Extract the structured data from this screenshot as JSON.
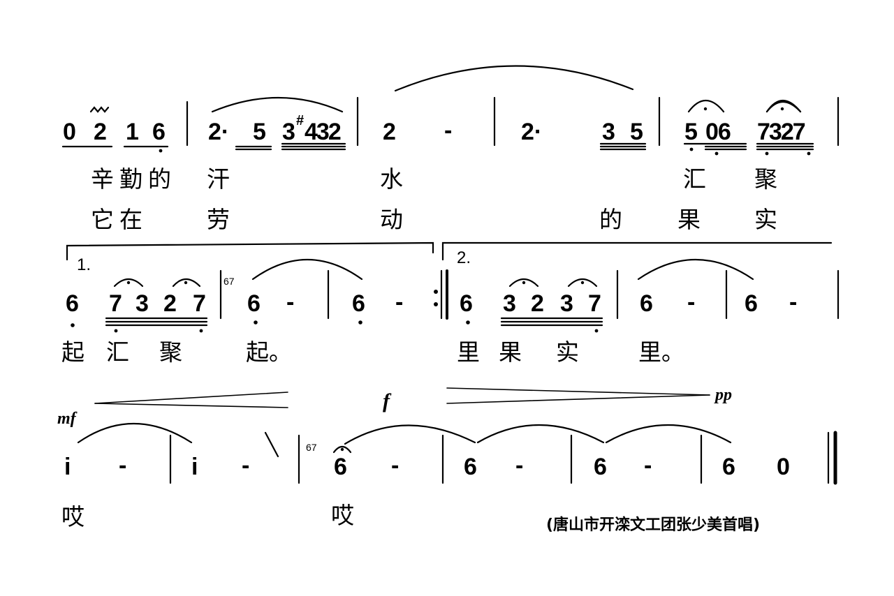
{
  "row1": {
    "notes": [
      "0",
      "2",
      "1",
      "6",
      "2·",
      "5",
      "3",
      "#",
      "432",
      "2",
      "-",
      "2·",
      "3",
      "5",
      "5",
      "06",
      "7327"
    ],
    "lyrics_line1": [
      "辛",
      "勤",
      "的",
      "汗",
      "水",
      "汇",
      "聚"
    ],
    "lyrics_line2": [
      "它",
      "在",
      "劳",
      "动",
      "的",
      "果",
      "实"
    ]
  },
  "row2": {
    "volta1": "1.",
    "volta2": "2.",
    "grace1": "67",
    "notes": [
      "6",
      "7",
      "3",
      "2",
      "7",
      "6",
      "-",
      "6",
      "-",
      "6",
      "3",
      "2",
      "3",
      "7",
      "6",
      "-",
      "6",
      "-"
    ],
    "lyrics": [
      "起",
      "汇",
      "聚",
      "起。",
      "里",
      "果",
      "实",
      "里。"
    ]
  },
  "row3": {
    "dyn_mf": "mf",
    "dyn_f": "f",
    "dyn_pp": "pp",
    "grace2": "67",
    "notes": [
      "i",
      "-",
      "i",
      "-",
      "6",
      "-",
      "6",
      "-",
      "6",
      "-",
      "6",
      "0"
    ],
    "lyrics": [
      "哎",
      "哎"
    ]
  },
  "credit": "(唐山市开滦文工团张少美首唱)"
}
